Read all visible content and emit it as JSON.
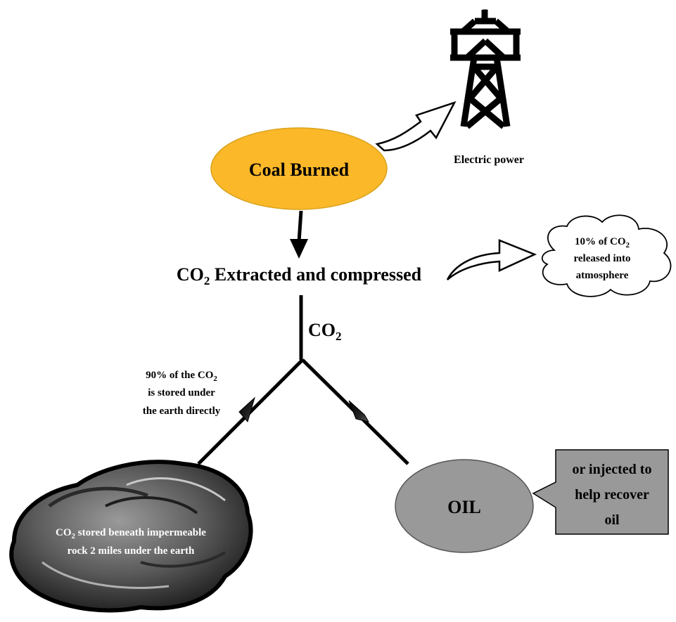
{
  "nodes": {
    "coal": {
      "label": "Coal Burned",
      "fill": "#FBB829",
      "stroke": "#D9A21A"
    },
    "electric": {
      "label": "Electric power"
    },
    "extracted": {
      "prefix": "CO",
      "sub": "2",
      "suffix": " Extracted and compressed"
    },
    "co2_label": {
      "prefix": "CO",
      "sub": "2"
    },
    "atmosphere": {
      "line1_prefix": "10% of CO",
      "line1_sub": "2",
      "line2": "released into",
      "line3": "atmosphere"
    },
    "stored_direct": {
      "line1_prefix": "90% of the CO",
      "line1_sub": "2",
      "line2": "is stored under",
      "line3": "the earth directly"
    },
    "rock": {
      "line1_prefix": "CO",
      "line1_sub": "2",
      "line1_suffix": " stored beneath impermeable",
      "line2": "rock 2 miles under the earth"
    },
    "oil": {
      "label": "OIL",
      "fill": "#999999",
      "stroke": "#555555"
    },
    "injected": {
      "line1": "or injected to",
      "line2": "help recover",
      "line3": "oil",
      "fill": "#999999"
    }
  },
  "icons": [
    "transmission-tower-icon",
    "rock-icon",
    "cloud-icon"
  ]
}
